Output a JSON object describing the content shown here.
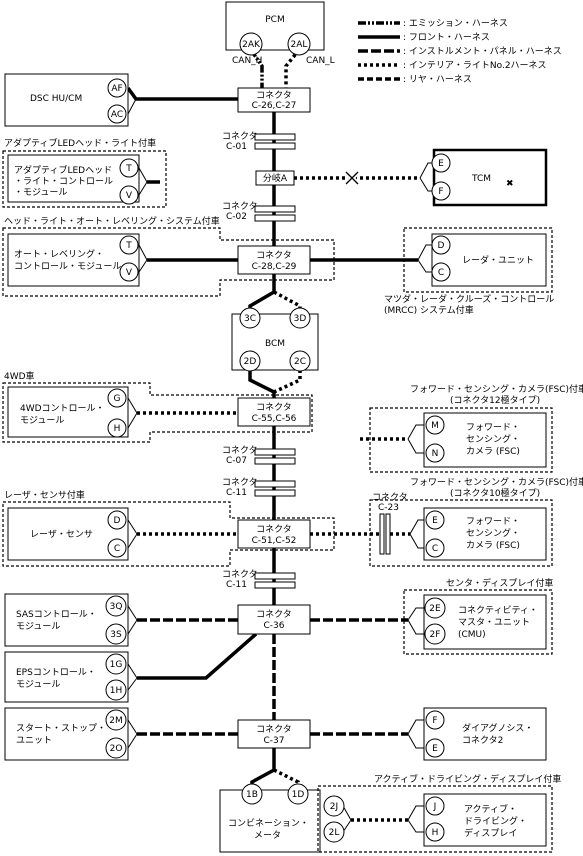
{
  "legend": [
    {
      "style": "emi",
      "label": ": エミッション・ハーネス"
    },
    {
      "style": "fro",
      "label": ": フロント・ハーネス"
    },
    {
      "style": "ins",
      "label": ": インストルメント・パネル・ハーネス"
    },
    {
      "style": "int",
      "label": ": インテリア・ライトNo.2ハーネス"
    },
    {
      "style": "rea",
      "label": ": リヤ・ハーネス"
    }
  ],
  "pcm": {
    "label": "PCM",
    "pin_h": "2AK",
    "pin_l": "2AL",
    "can_h": "CAN_H",
    "can_l": "CAN_L"
  },
  "dsc": {
    "label": "DSC HU/CM",
    "pin1": "AF",
    "pin2": "AC"
  },
  "connector_c26": {
    "label1": "コネクタ",
    "label2": "C-26,C-27"
  },
  "c01": {
    "label1": "コネクタ",
    "label2": "C-01"
  },
  "adaptive_led": {
    "note": "アダプティブLEDヘッド・ライト付車",
    "label1": "アダプティブLEDヘッド",
    "label2": "・ライト・コントロール",
    "label3": "・モジュール",
    "pin1": "T",
    "pin2": "V"
  },
  "branch_a": {
    "label": "分岐A"
  },
  "tcm": {
    "label": "TCM",
    "pin1": "E",
    "pin2": "F",
    "mark": "✖"
  },
  "c02": {
    "label1": "コネクタ",
    "label2": "C-02"
  },
  "leveling": {
    "note": "ヘッド・ライト・オート・レベリング・システム付車",
    "label1": "オート・レベリング・",
    "label2": "コントロール・モジュール",
    "pin1": "T",
    "pin2": "V"
  },
  "connector_c28": {
    "label1": "コネクタ",
    "label2": "C-28,C-29"
  },
  "radar": {
    "label": "レーダ・ユニット",
    "pin1": "D",
    "pin2": "C",
    "note1": "マツダ・レーダ・クルーズ・コントロール",
    "note2": "(MRCC) システム付車"
  },
  "bcm": {
    "label": "BCM",
    "pin_tl": "3C",
    "pin_tr": "3D",
    "pin_bl": "2D",
    "pin_br": "2C"
  },
  "awd": {
    "note": "4WD車",
    "label1": "4WDコントロール・",
    "label2": "モジュール",
    "pin1": "G",
    "pin2": "H"
  },
  "connector_c55": {
    "label1": "コネクタ",
    "label2": "C-55,C-56"
  },
  "fsc12": {
    "note1": "フォワード・センシング・カメラ(FSC)付車",
    "note2": "(コネクタ12極タイプ)",
    "label1": "フォワード・",
    "label2": "センシング・",
    "label3": "カメラ (FSC)",
    "pin1": "M",
    "pin2": "N"
  },
  "c07": {
    "label1": "コネクタ",
    "label2": "C-07"
  },
  "c11a": {
    "label1": "コネクタ",
    "label2": "C-11"
  },
  "laser": {
    "note": "レーザ・センサ付車",
    "label": "レーザ・センサ",
    "pin1": "D",
    "pin2": "C"
  },
  "connector_c51": {
    "label1": "コネクタ",
    "label2": "C-51,C-52"
  },
  "c23": {
    "label1": "コネクタ",
    "label2": "C-23"
  },
  "fsc10": {
    "note1": "フォワード・センシング・カメラ(FSC)付車",
    "note2": "(コネクタ10極タイプ)",
    "label1": "フォワード・",
    "label2": "センシング・",
    "label3": "カメラ (FSC)",
    "pin1": "E",
    "pin2": "C"
  },
  "c11b": {
    "label1": "コネクタ",
    "label2": "C-11"
  },
  "sas": {
    "label1": "SASコントロール・",
    "label2": "モジュール",
    "pin1": "3Q",
    "pin2": "3S"
  },
  "connector_c36": {
    "label1": "コネクタ",
    "label2": "C-36"
  },
  "cmu": {
    "note": "センタ・ディスプレイ付車",
    "label1": "コネクティビティ・",
    "label2": "マスタ・ユニット",
    "label3": "(CMU)",
    "pin1": "2E",
    "pin2": "2F"
  },
  "eps": {
    "label1": "EPSコントロール・",
    "label2": "モジュール",
    "pin1": "1G",
    "pin2": "1H"
  },
  "start_stop": {
    "label1": "スタート・ストップ・",
    "label2": "ユニット",
    "pin1": "2M",
    "pin2": "2O"
  },
  "connector_c37": {
    "label1": "コネクタ",
    "label2": "C-37"
  },
  "diag": {
    "label1": "ダイアグノシス・",
    "label2": "コネクタ2",
    "pin1": "F",
    "pin2": "E"
  },
  "meter": {
    "label1": "コンビネーション・",
    "label2": "メータ",
    "pin1": "1B",
    "pin2": "1D"
  },
  "add": {
    "note": "アクティブ・ドライビング・ディスプレイ付車",
    "label1": "アクティブ・",
    "label2": "ドライビング・",
    "label3": "ディスプレイ",
    "pin_l1": "2J",
    "pin_l2": "2L",
    "pin_r1": "J",
    "pin_r2": "H"
  }
}
